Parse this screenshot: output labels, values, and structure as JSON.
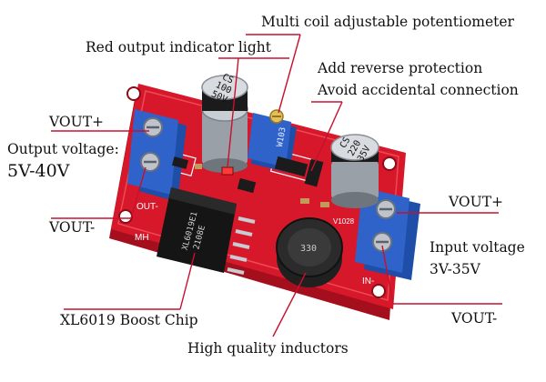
{
  "labels": {
    "potentiometer": "Multi coil adjustable potentiometer",
    "indicator_light": "Red output indicator light",
    "reverse_protection_1": "Add reverse protection",
    "reverse_protection_2": "Avoid accidental connection",
    "vout_plus_left": "VOUT+",
    "output_voltage_title": "Output voltage:",
    "output_voltage_value": "5V-40V",
    "vout_minus_left": "VOUT-",
    "vout_plus_right": "VOUT+",
    "input_voltage_title": "Input voltage",
    "input_voltage_value": "3V-35V",
    "vout_minus_right": "VOUT-",
    "boost_chip": "XL6019 Boost Chip",
    "inductors": "High quality inductors"
  },
  "board": {
    "capacitor_left": [
      "CS",
      "100",
      "50V"
    ],
    "capacitor_right": [
      "CS",
      "220",
      "35V"
    ],
    "pot_marking": "W103",
    "chip_marking": [
      "XL6019E1",
      "2108E"
    ],
    "inductor_marking": "330",
    "silk_out": "OUT-",
    "silk_in": "IN-",
    "silk_mh": "MH",
    "silk_rev": "V1028"
  },
  "colors": {
    "pcb": "#d6182a",
    "pcb_dark": "#a50f1d",
    "terminal": "#2f63c9",
    "leader_line": "#c8102e"
  }
}
